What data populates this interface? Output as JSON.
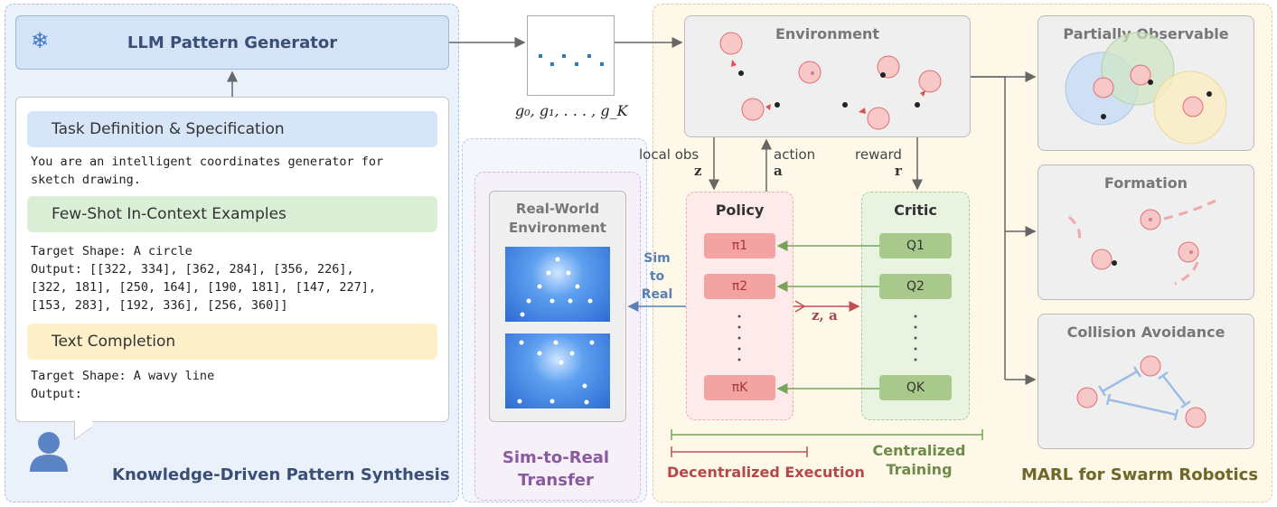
{
  "left": {
    "generator_label": "LLM Pattern Generator",
    "task_header": "Task Definition & Specification",
    "task_text": "You are an intelligent coordinates generator for\nsketch drawing.",
    "fewshot_header": "Few-Shot In-Context Examples",
    "fewshot_text": "Target Shape: A circle\nOutput: [[322, 334], [362, 284], [356, 226],\n[322, 181], [250, 164], [190, 181], [147, 227],\n[153, 283], [192, 336], [256, 360]]",
    "completion_header": "Text Completion",
    "completion_text": "Target Shape: A wavy line\nOutput:",
    "section_title": "Knowledge-Driven Pattern Synthesis"
  },
  "goals_label": "g₀, g₁, . . . , g_K",
  "sim2real": {
    "panel_title": "Real-World Environment",
    "arrow_label": "Sim\nto\nReal",
    "section_title": "Sim-to-Real Transfer"
  },
  "marl": {
    "environment_title": "Environment",
    "local_obs_label": "local obs",
    "local_obs_symbol": "z",
    "action_label": "action",
    "action_symbol": "a",
    "reward_label": "reward",
    "reward_symbol": "r",
    "policy_title": "Policy",
    "critic_title": "Critic",
    "policies": [
      "π1",
      "π2",
      "πK"
    ],
    "critics": [
      "Q1",
      "Q2",
      "QK"
    ],
    "za_label": "z, a",
    "decentralized_label": "Decentralized Execution",
    "centralized_label": "Centralized Training",
    "section_title": "MARL for Swarm Robotics"
  },
  "tasks": [
    "Partially Observable",
    "Formation",
    "Collision Avoidance"
  ],
  "colors": {
    "left_bg": "#eaf1fb",
    "marl_bg": "#fdf8e8",
    "sim_bg": "#f6f0f9",
    "policy_red": "#f4a3a3",
    "critic_green": "#a8c98b",
    "robot_pink": "#f8c8c8",
    "decentral_red": "#b54848",
    "central_green": "#6f8a4a",
    "marl_title": "#6f6628"
  }
}
